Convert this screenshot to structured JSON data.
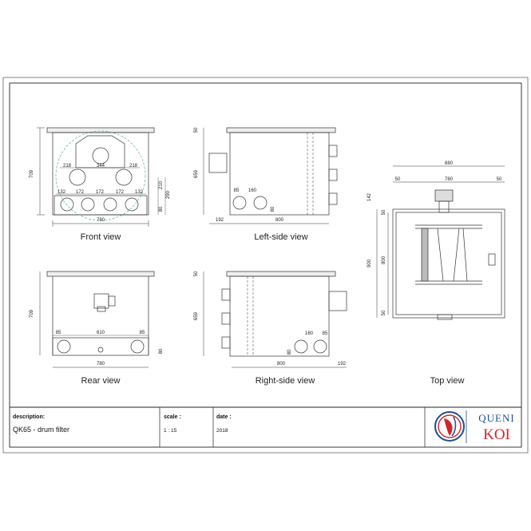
{
  "views": {
    "front": {
      "label": "Front view",
      "dims": {
        "height": "709",
        "width": "780",
        "top_gap": "344",
        "left_top": "218",
        "right_top": "218",
        "side1": "210",
        "side2": "290",
        "bottom": "80",
        "p1": "132",
        "p2": "172",
        "p3": "172",
        "p4": "172",
        "p5": "132"
      }
    },
    "left": {
      "label": "Left-side view",
      "dims": {
        "top": "50",
        "height": "659",
        "p1": "85",
        "p2": "160",
        "bottom": "80",
        "left": "192",
        "width": "800"
      }
    },
    "rear": {
      "label": "Rear view",
      "dims": {
        "height": "709",
        "left": "85",
        "mid": "610",
        "right": "85",
        "bottom": "80",
        "width": "780"
      }
    },
    "right": {
      "label": "Right-side view",
      "dims": {
        "top": "50",
        "height": "659",
        "p1": "160",
        "p2": "85",
        "bottom": "80",
        "width": "800",
        "right": "192"
      }
    },
    "top": {
      "label": "Top view",
      "dims": {
        "total": "880",
        "left": "50",
        "mid": "780",
        "right": "50",
        "offset": "142",
        "depth": "900",
        "inner": "800",
        "top_m": "50",
        "bot_m": "50"
      }
    }
  },
  "title_block": {
    "description_label": "description:",
    "description_value": "QK65 - drum filter",
    "scale_label": "scale :",
    "scale_value": "1 : 15",
    "date_label": "date :",
    "date_value": "2018"
  },
  "logo": {
    "line1": "QUENI",
    "line2": "KOI",
    "brand_color": "#1d4f96",
    "accent_color": "#d0262b"
  }
}
